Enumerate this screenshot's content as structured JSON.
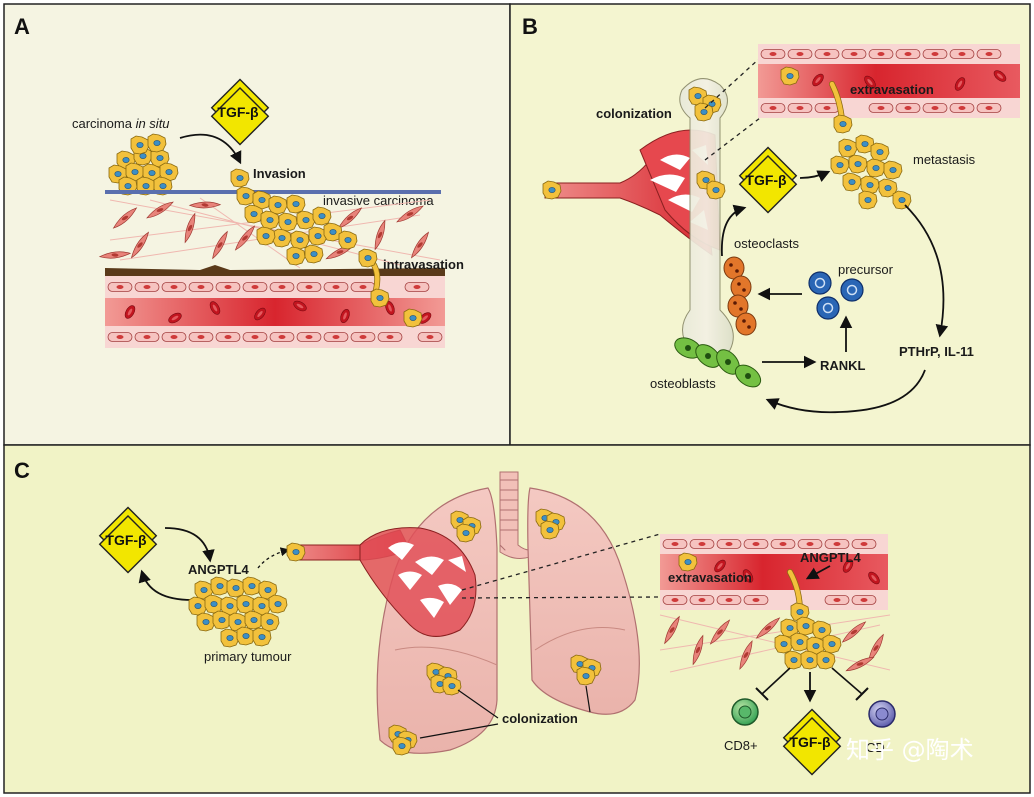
{
  "panels": {
    "a": {
      "letter": "A",
      "carcinoma_in_situ_prefix": "carcinoma ",
      "carcinoma_in_situ_italic": "in situ",
      "tgf_beta": "TGF-β",
      "invasion": "Invasion",
      "invasive_carcinoma": "invasive carcinoma",
      "intravasation": "intravasation"
    },
    "b": {
      "letter": "B",
      "colonization": "colonization",
      "extravasation": "extravasation",
      "tgf_beta": "TGF-β",
      "metastasis": "metastasis",
      "osteoclasts": "osteoclasts",
      "precursor": "precursor",
      "pthrp": "PTHrP, IL-11",
      "rankl": "RANKL",
      "osteoblasts": "osteoblasts"
    },
    "c": {
      "letter": "C",
      "tgf_beta": "TGF-β",
      "angptl4": "ANGPTL4",
      "primary_tumour": "primary tumour",
      "colonization": "colonization",
      "extravasation": "extravasation",
      "angptl4_vessel": "ANGPTL4",
      "cd8": "CD8+",
      "tgf_beta_bottom": "TGF-β",
      "cd4_partial": "CD"
    }
  },
  "watermark": "知乎 @陶术",
  "colors": {
    "panel_a_bg": "#f5f4e2",
    "panel_b_bg": "#f4f5d0",
    "panel_c_bg": "#f1f3c6",
    "vessel_red": "#d8252e",
    "tumor_yellow": "#f2c13c",
    "tgf_yellow": "#f2e600",
    "osteoclast_orange": "#e2762a",
    "osteoblast_green": "#74c043",
    "precursor_blue": "#2a66b5",
    "cd8_green": "#2e9e4f",
    "cd4_purple": "#6a6ab8"
  }
}
